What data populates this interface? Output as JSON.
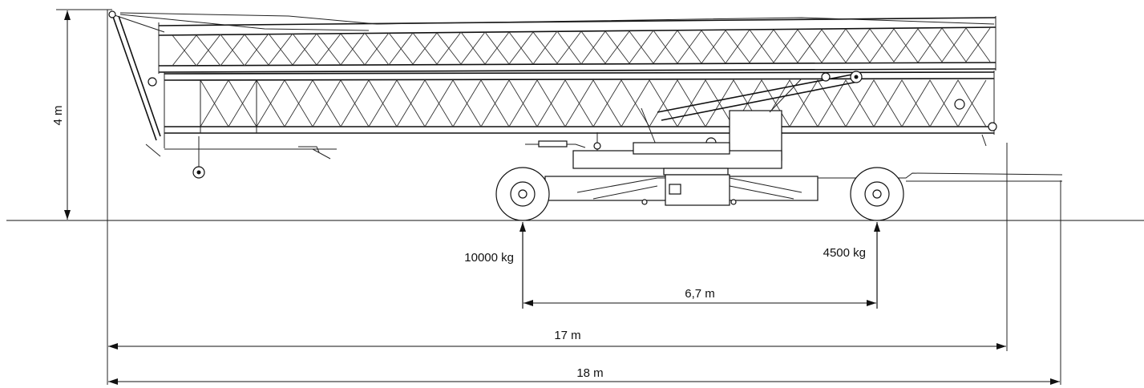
{
  "dimensions": {
    "height_label": "4 m",
    "front_axle_load": "10000 kg",
    "rear_axle_load": "4500 kg",
    "axle_spacing": "6,7 m",
    "folded_length": "17 m",
    "total_length": "18 m"
  }
}
